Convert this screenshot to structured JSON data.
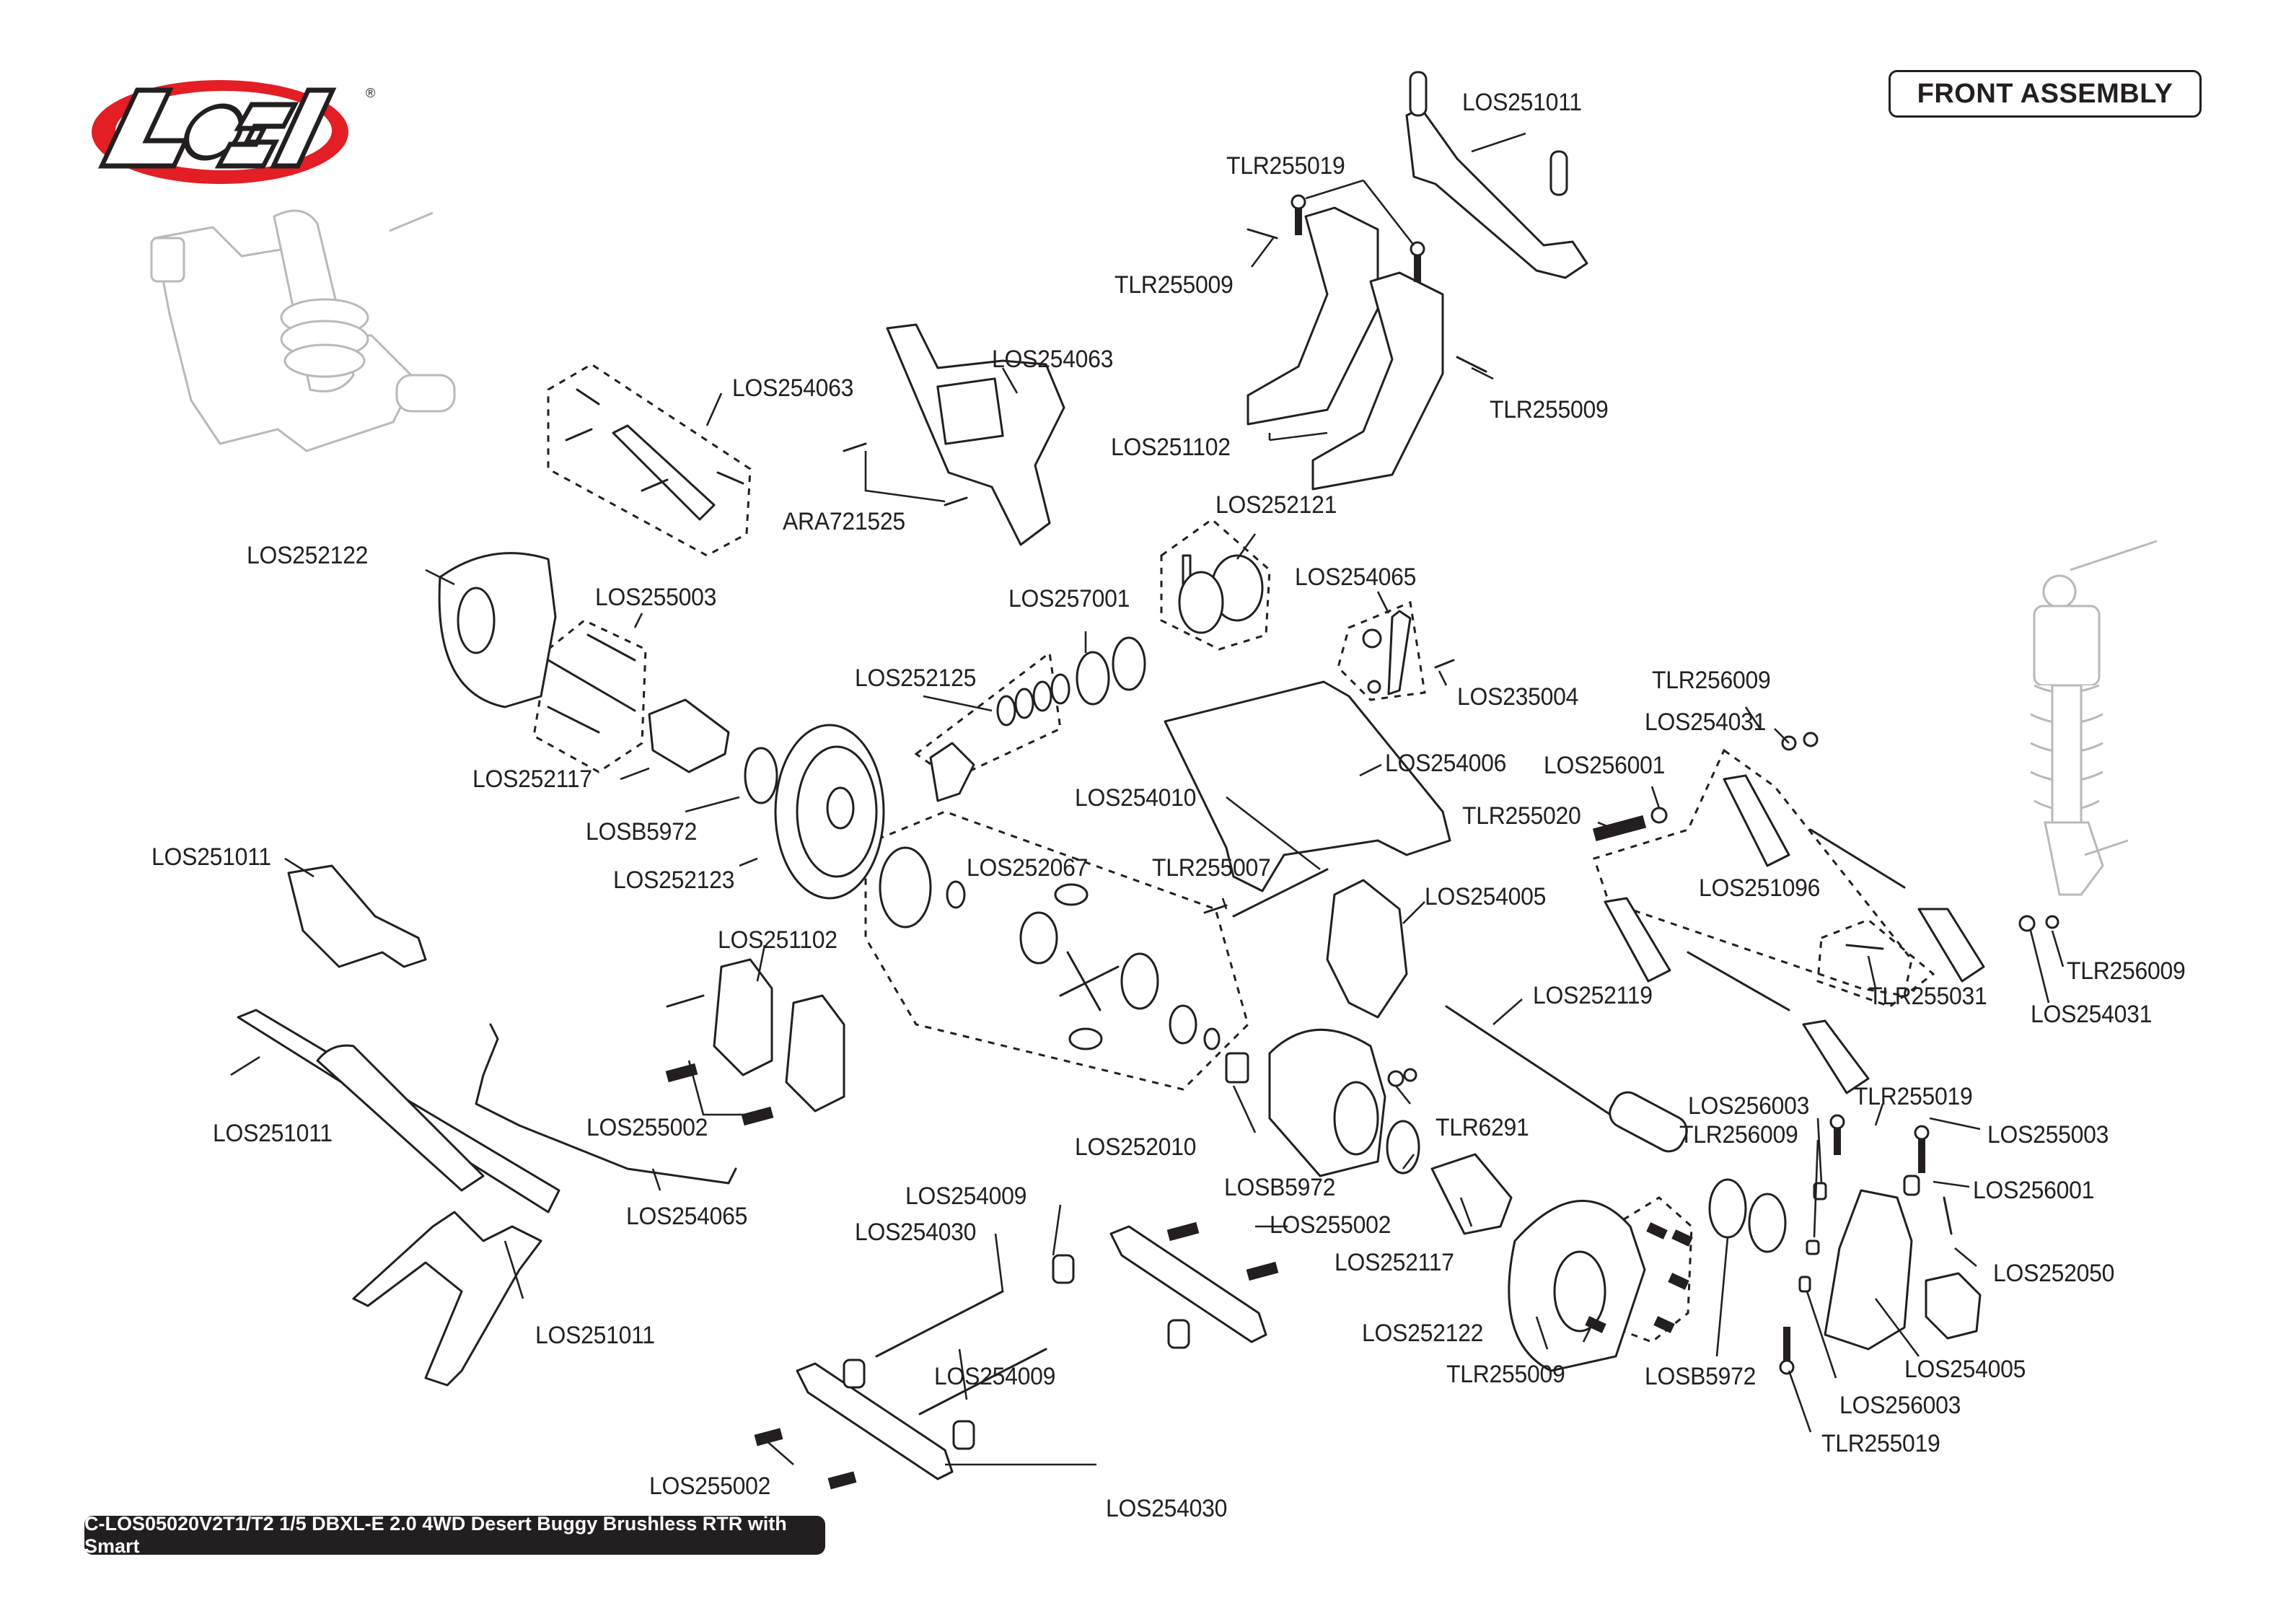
{
  "brand": {
    "name": "LOSI",
    "registered_mark": "®",
    "accent_color": "#e31e24"
  },
  "header": {
    "title": "FRONT ASSEMBLY"
  },
  "footer": {
    "text": "C-LOS05020V2T1/T2 1/5 DBXL-E 2.0 4WD Desert Buggy Brushless RTR with Smart"
  },
  "parts": [
    {
      "id": "p1",
      "label": "LOS251011"
    },
    {
      "id": "p2",
      "label": "TLR255019"
    },
    {
      "id": "p3",
      "label": "TLR255009"
    },
    {
      "id": "p4",
      "label": "TLR255009"
    },
    {
      "id": "p5",
      "label": "LOS251102"
    },
    {
      "id": "p6",
      "label": "LOS254063"
    },
    {
      "id": "p7",
      "label": "LOS254063"
    },
    {
      "id": "p8",
      "label": "ARA721525"
    },
    {
      "id": "p9",
      "label": "LOS252122"
    },
    {
      "id": "p10",
      "label": "LOS255003"
    },
    {
      "id": "p11",
      "label": "LOS252121"
    },
    {
      "id": "p12",
      "label": "LOS257001"
    },
    {
      "id": "p13",
      "label": "LOS254065"
    },
    {
      "id": "p14",
      "label": "LOS235004"
    },
    {
      "id": "p15",
      "label": "LOS252125"
    },
    {
      "id": "p16",
      "label": "TLR256009"
    },
    {
      "id": "p17",
      "label": "LOS254031"
    },
    {
      "id": "p18",
      "label": "LOS252117"
    },
    {
      "id": "p19",
      "label": "LOS254006"
    },
    {
      "id": "p20",
      "label": "LOS256001"
    },
    {
      "id": "p21",
      "label": "LOSB5972"
    },
    {
      "id": "p22",
      "label": "LOS254010"
    },
    {
      "id": "p23",
      "label": "TLR255020"
    },
    {
      "id": "p24",
      "label": "LOS252123"
    },
    {
      "id": "p25",
      "label": "LOS251011"
    },
    {
      "id": "p26",
      "label": "LOS252067"
    },
    {
      "id": "p27",
      "label": "TLR255007"
    },
    {
      "id": "p28",
      "label": "LOS254005"
    },
    {
      "id": "p29",
      "label": "LOS251096"
    },
    {
      "id": "p30",
      "label": "LOS251102"
    },
    {
      "id": "p31",
      "label": "TLR256009"
    },
    {
      "id": "p32",
      "label": "LOS252119"
    },
    {
      "id": "p33",
      "label": "TLR255031"
    },
    {
      "id": "p34",
      "label": "LOS254031"
    },
    {
      "id": "p35",
      "label": "LOS251011"
    },
    {
      "id": "p36",
      "label": "LOS255002"
    },
    {
      "id": "p37",
      "label": "TLR6291"
    },
    {
      "id": "p38",
      "label": "LOS256003"
    },
    {
      "id": "p39",
      "label": "TLR255019"
    },
    {
      "id": "p40",
      "label": "LOS252010"
    },
    {
      "id": "p41",
      "label": "TLR256009"
    },
    {
      "id": "p42",
      "label": "LOS255003"
    },
    {
      "id": "p43",
      "label": "LOSB5972"
    },
    {
      "id": "p44",
      "label": "LOS254065"
    },
    {
      "id": "p45",
      "label": "LOS256001"
    },
    {
      "id": "p46",
      "label": "LOS254009"
    },
    {
      "id": "p47",
      "label": "LOS254030"
    },
    {
      "id": "p48",
      "label": "LOS255002"
    },
    {
      "id": "p49",
      "label": "LOS252117"
    },
    {
      "id": "p50",
      "label": "LOS252050"
    },
    {
      "id": "p51",
      "label": "LOS251011"
    },
    {
      "id": "p52",
      "label": "LOS252122"
    },
    {
      "id": "p53",
      "label": "TLR255009"
    },
    {
      "id": "p54",
      "label": "LOSB5972"
    },
    {
      "id": "p55",
      "label": "LOS254005"
    },
    {
      "id": "p56",
      "label": "LOS254009"
    },
    {
      "id": "p57",
      "label": "LOS256003"
    },
    {
      "id": "p58",
      "label": "TLR255019"
    },
    {
      "id": "p59",
      "label": "LOS255002"
    },
    {
      "id": "p60",
      "label": "LOS254030"
    }
  ]
}
